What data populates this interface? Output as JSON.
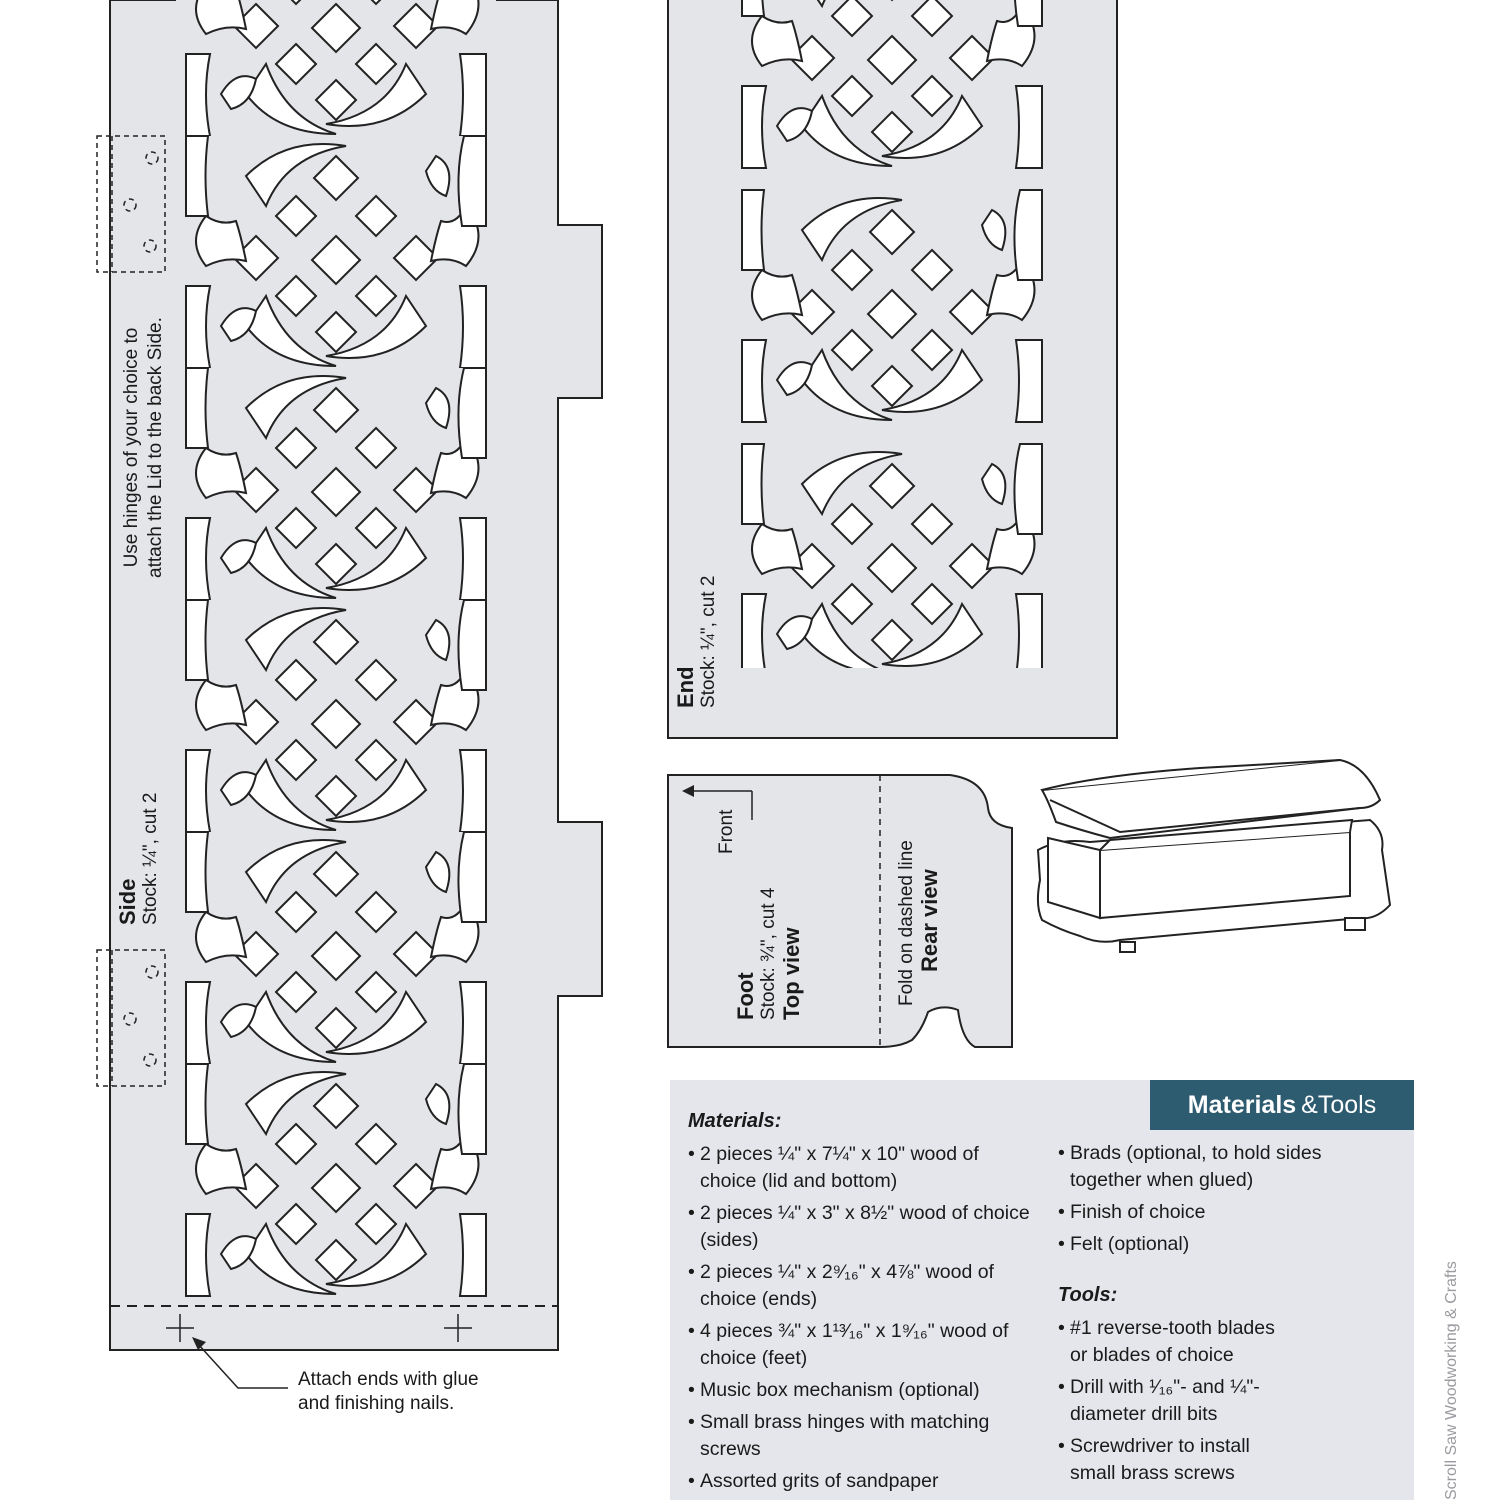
{
  "side_piece": {
    "title": "Side",
    "stock": "Stock: ¼\", cut 2",
    "hinge_note_line1": "Use hinges of your choice to",
    "hinge_note_line2": "attach the Lid to the back Side."
  },
  "end_piece": {
    "title": "End",
    "stock": "Stock: ¼\", cut 2"
  },
  "foot_piece": {
    "title": "Foot",
    "stock": "Stock: ¾\", cut 4",
    "top_view": "Top view",
    "front_label": "Front",
    "fold_note": "Fold on dashed line",
    "rear_view": "Rear view"
  },
  "attach_note": {
    "line1": "Attach ends with glue",
    "line2": "and finishing nails."
  },
  "materials_tools": {
    "header_bold": "Materials",
    "header_rest": "&Tools",
    "materials_heading": "Materials:",
    "materials": [
      "2 pieces ¼\" x 7¼\" x 10\" wood of choice (lid and bottom)",
      "2 pieces ¼\" x 3\" x 8½\" wood of choice (sides)",
      "2 pieces ¼\" x 2⁹⁄₁₆\" x 4⅞\" wood of choice (ends)",
      "4 pieces ¾\" x 1¹³⁄₁₆\" x 1⁹⁄₁₆\" wood of choice (feet)",
      "Music box mechanism (optional)",
      "Small brass hinges with matching screws",
      "Assorted grits of sandpaper"
    ],
    "materials_col2": [
      "Brads (optional, to hold sides together when glued)",
      "Finish of choice",
      "Felt (optional)"
    ],
    "tools_heading": "Tools:",
    "tools": [
      "#1 reverse-tooth blades or blades of choice",
      "Drill with ¹⁄₁₆\"- and ¼\"-diameter drill bits",
      "Screwdriver to install small brass screws"
    ]
  },
  "credit": "Scroll Saw Woodworking & Crafts",
  "colors": {
    "piece_fill": "#e4e5e9",
    "outline": "#222222",
    "header_bg": "#2d5b70"
  }
}
